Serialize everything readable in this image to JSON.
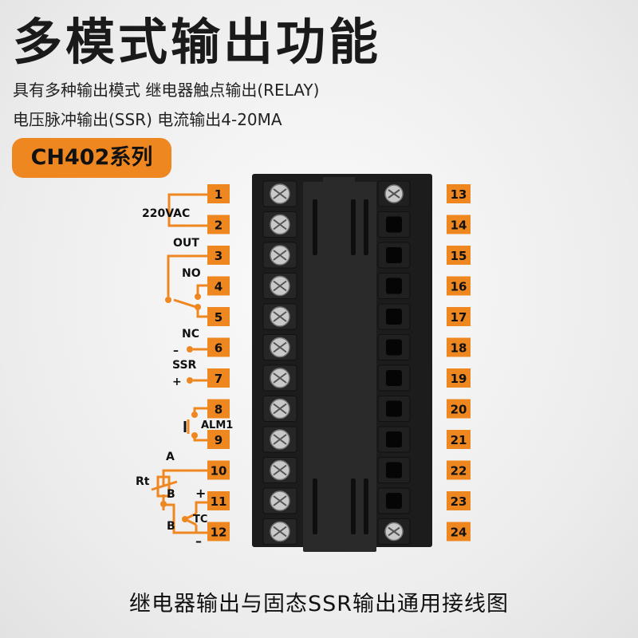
{
  "title": "多模式输出功能",
  "subtitle_line1": "具有多种输出模式 继电器触点输出(RELAY)",
  "subtitle_line2": "电压脉冲输出(SSR) 电流输出4-20MA",
  "series_badge": "CH402系列",
  "caption": "继电器输出与固态SSR输出通用接线图",
  "colors": {
    "accent": "#ef8720",
    "device": "#1c1c1c"
  },
  "left_terminals": [
    "1",
    "2",
    "3",
    "4",
    "5",
    "6",
    "7",
    "8",
    "9",
    "10",
    "11",
    "12"
  ],
  "right_terminals": [
    "13",
    "14",
    "15",
    "16",
    "17",
    "18",
    "19",
    "20",
    "21",
    "22",
    "23",
    "24"
  ],
  "wiring_labels": {
    "power": "220VAC",
    "out": "OUT",
    "no": "NO",
    "nc": "NC",
    "ssr": "SSR",
    "minus": "–",
    "plus": "+",
    "alm": "ALM1",
    "a": "A",
    "rt": "Rt",
    "b1": "B",
    "b2": "B",
    "tc": "TC",
    "tc_plus": "+",
    "tc_minus": "–"
  }
}
